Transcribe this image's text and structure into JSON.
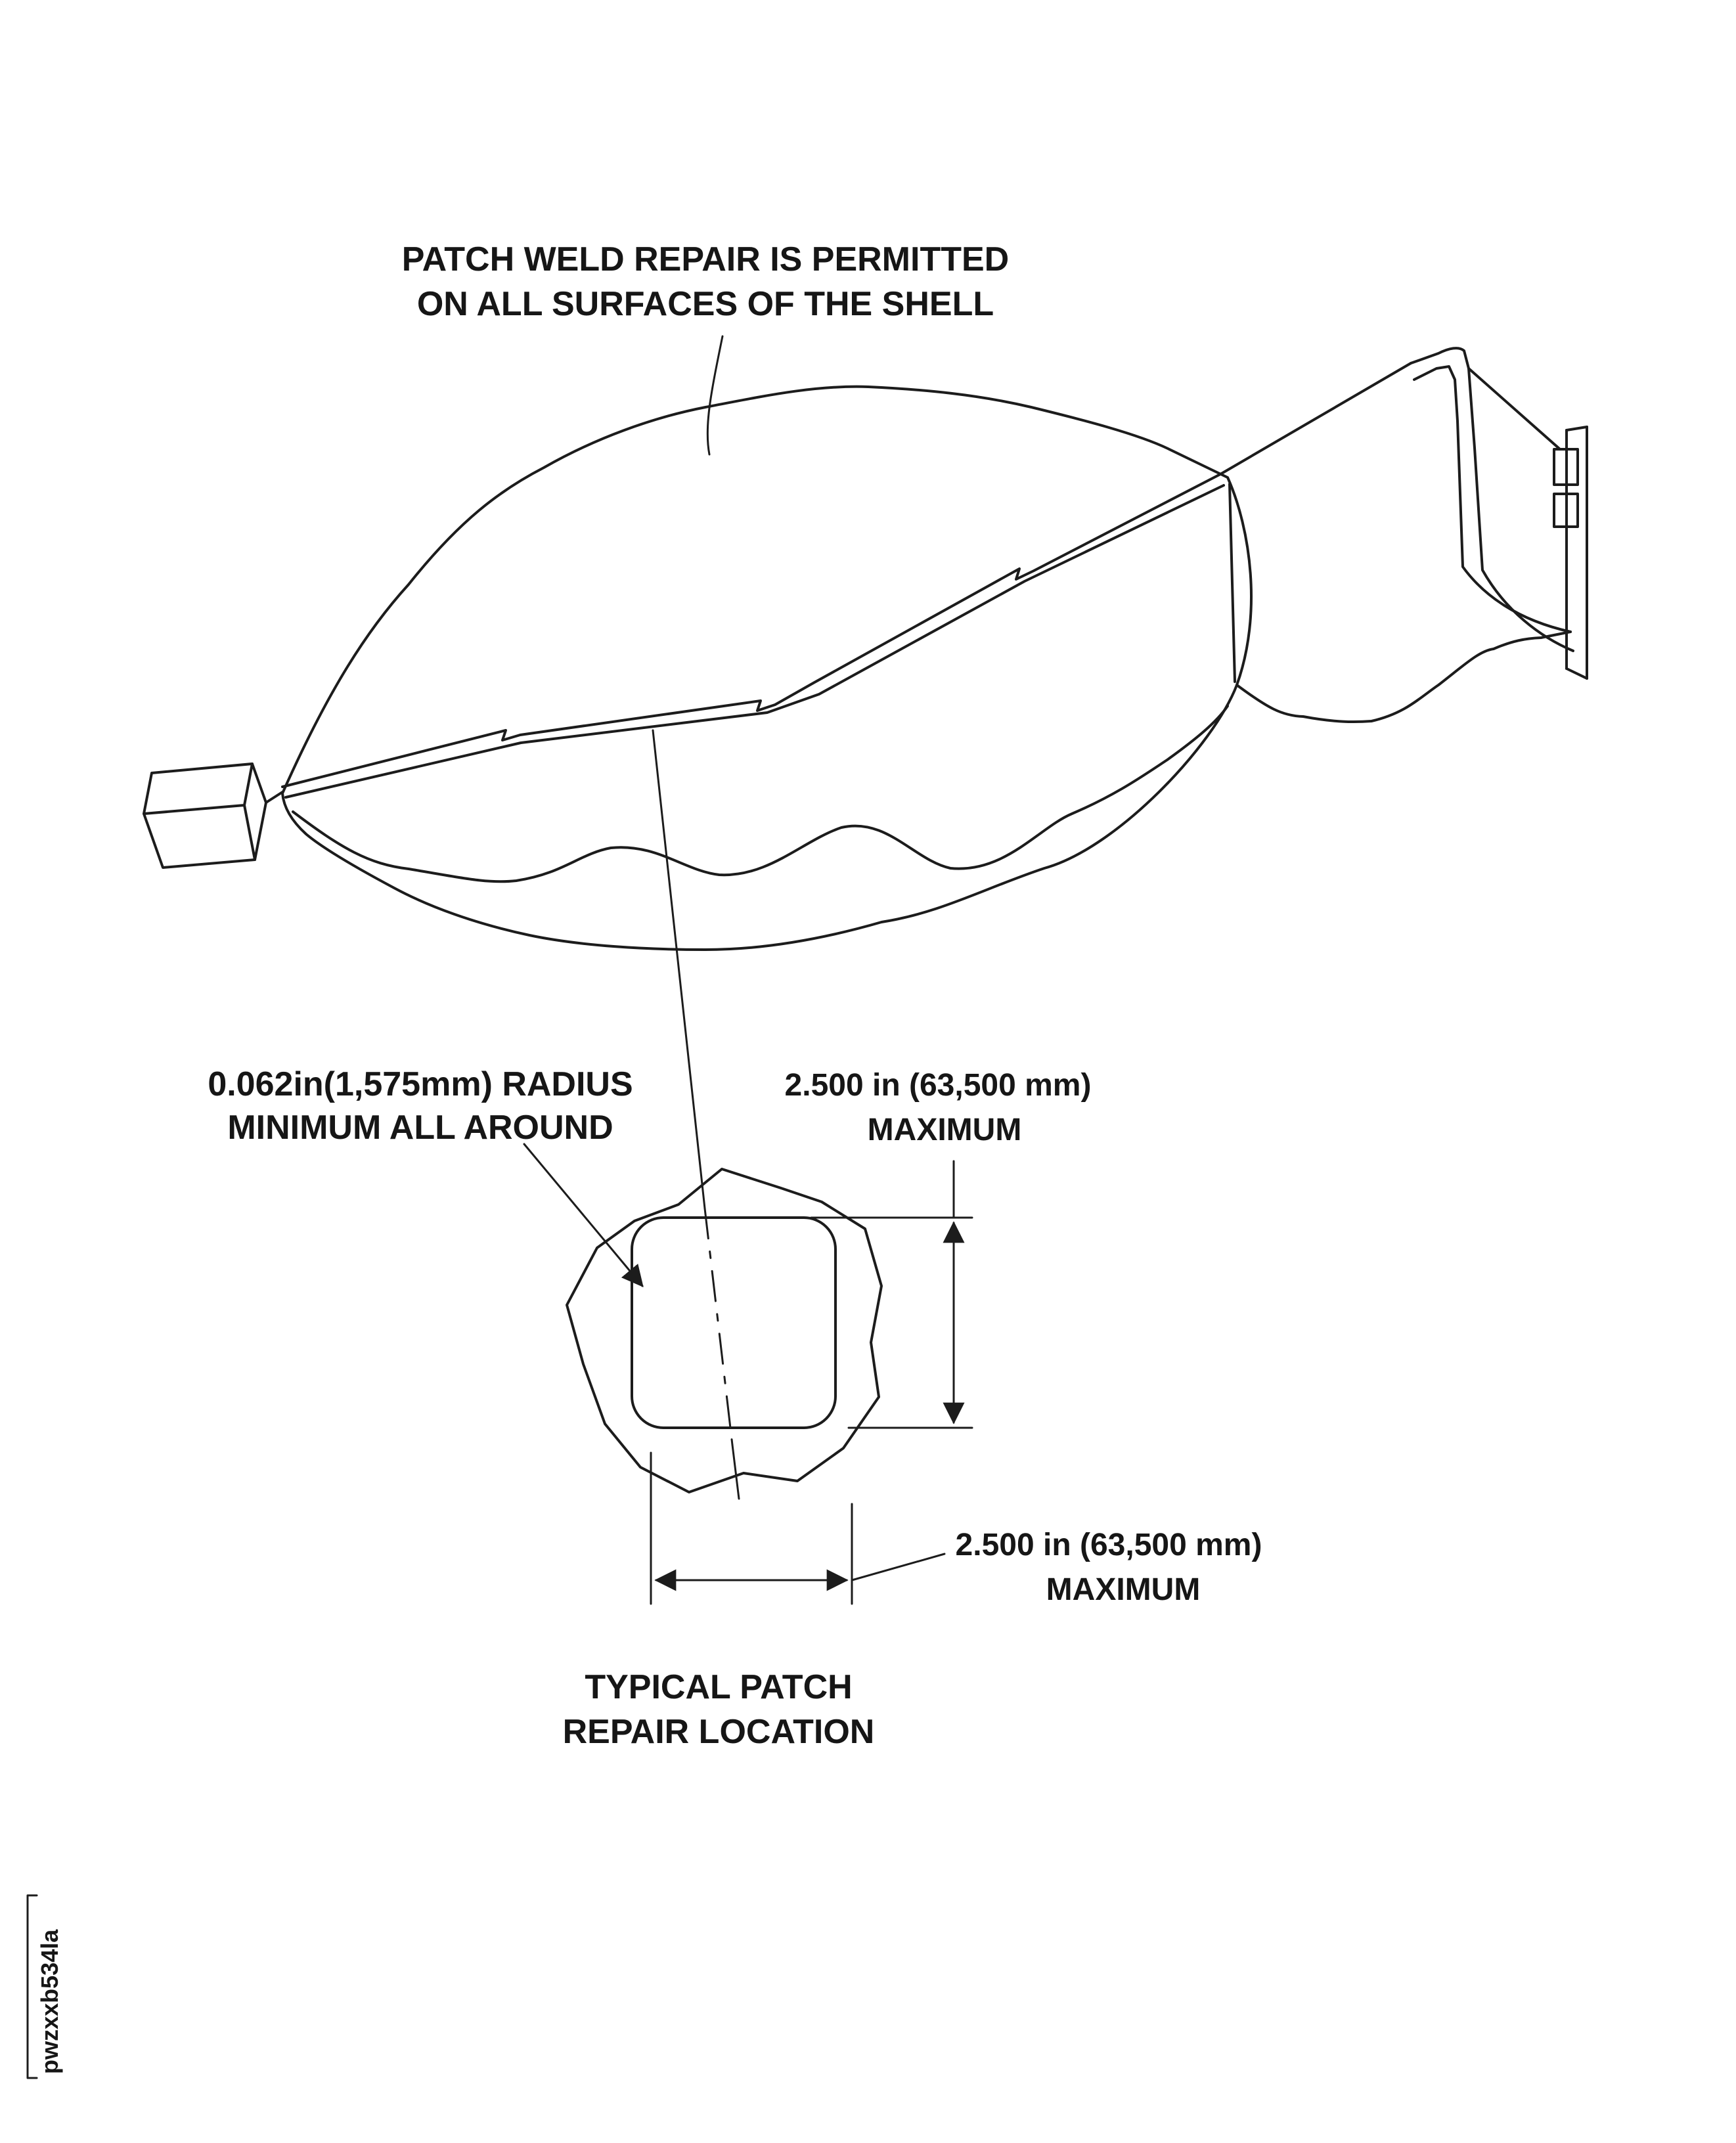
{
  "page": {
    "background": "#ffffff",
    "line_color": "#1c1c1c"
  },
  "diagram": {
    "shell_callout_line1": "PATCH WELD REPAIR IS PERMITTED",
    "shell_callout_line2": "ON ALL SURFACES OF THE SHELL",
    "radius_note_line1": "0.062in(1,575mm) RADIUS",
    "radius_note_line2": "MINIMUM ALL AROUND",
    "vertical_dim_line1": "2.500 in (63,500 mm)",
    "vertical_dim_line2": "MAXIMUM",
    "horizontal_dim_line1": "2.500 in (63,500 mm)",
    "horizontal_dim_line2": "MAXIMUM",
    "caption_line1": "TYPICAL PATCH",
    "caption_line2": "REPAIR LOCATION",
    "figure_id": "pwzxxb534la"
  }
}
